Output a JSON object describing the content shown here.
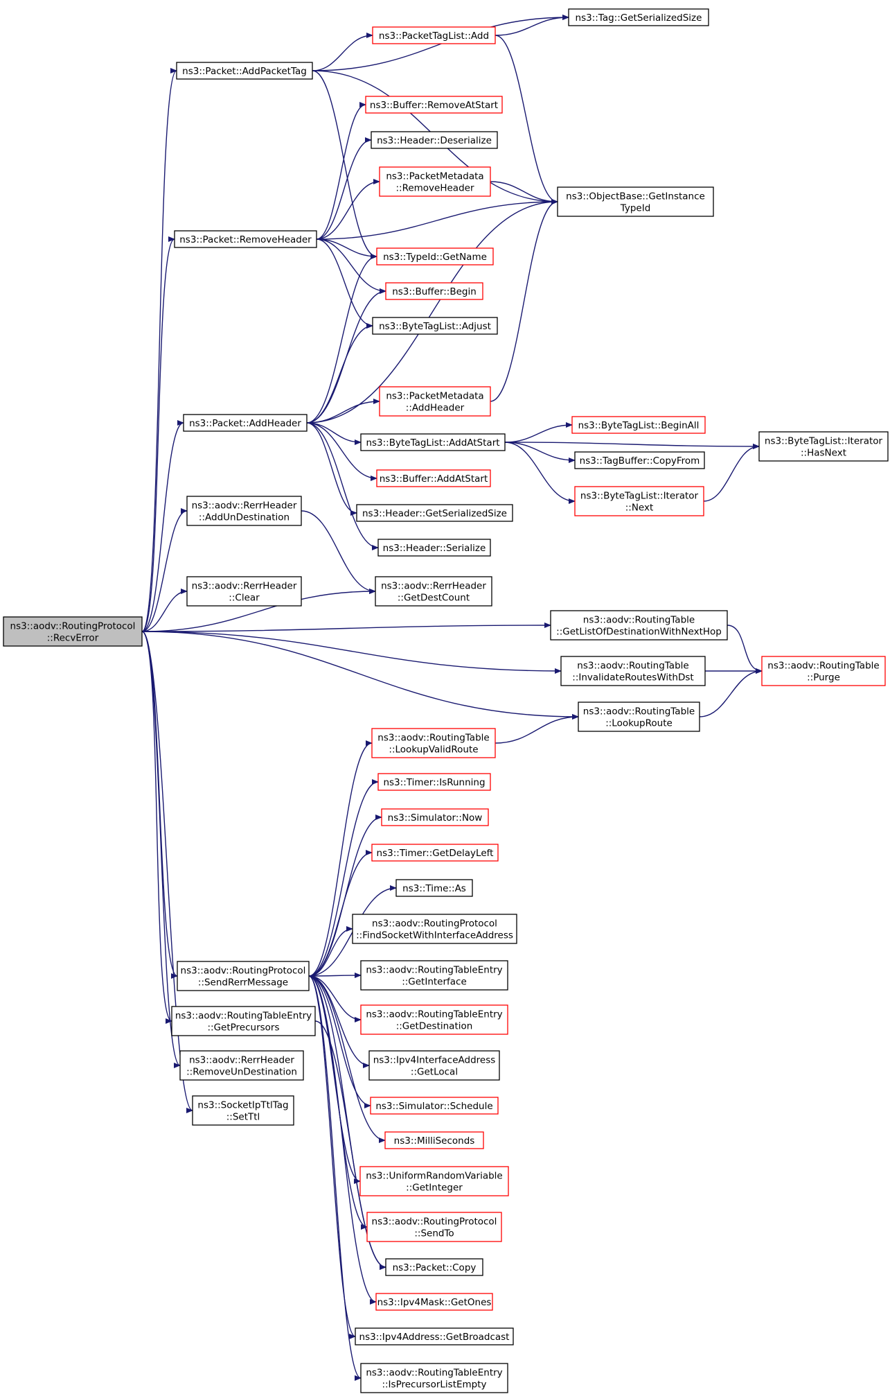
{
  "colors": {
    "edge": "#191970",
    "node_border": "#000000",
    "node_border_truncated": "#ff0000",
    "root_fill": "#bfbfbf",
    "node_fill": "#ffffff"
  },
  "nodes": [
    {
      "id": "root",
      "lines": [
        "ns3::aodv::RoutingProtocol",
        "::RecvError"
      ],
      "style": "root"
    },
    {
      "id": "addPacketTag",
      "lines": [
        "ns3::Packet::AddPacketTag"
      ],
      "style": "normal"
    },
    {
      "id": "removeHeader",
      "lines": [
        "ns3::Packet::RemoveHeader"
      ],
      "style": "normal"
    },
    {
      "id": "addHeader",
      "lines": [
        "ns3::Packet::AddHeader"
      ],
      "style": "normal"
    },
    {
      "id": "rerrAddUn",
      "lines": [
        "ns3::aodv::RerrHeader",
        "::AddUnDestination"
      ],
      "style": "normal"
    },
    {
      "id": "rerrClear",
      "lines": [
        "ns3::aodv::RerrHeader",
        "::Clear"
      ],
      "style": "normal"
    },
    {
      "id": "sendRerr",
      "lines": [
        "ns3::aodv::RoutingProtocol",
        "::SendRerrMessage"
      ],
      "style": "normal"
    },
    {
      "id": "getPrecursors",
      "lines": [
        "ns3::aodv::RoutingTableEntry",
        "::GetPrecursors"
      ],
      "style": "normal"
    },
    {
      "id": "rerrRemoveUn",
      "lines": [
        "ns3::aodv::RerrHeader",
        "::RemoveUnDestination"
      ],
      "style": "normal"
    },
    {
      "id": "setTtl",
      "lines": [
        "ns3::SocketIpTtlTag",
        "::SetTtl"
      ],
      "style": "normal"
    },
    {
      "id": "ptlAdd",
      "lines": [
        "ns3::PacketTagList::Add"
      ],
      "style": "truncated"
    },
    {
      "id": "tagSize",
      "lines": [
        "ns3::Tag::GetSerializedSize"
      ],
      "style": "normal"
    },
    {
      "id": "bufRemove",
      "lines": [
        "ns3::Buffer::RemoveAtStart"
      ],
      "style": "truncated"
    },
    {
      "id": "hdrDeser",
      "lines": [
        "ns3::Header::Deserialize"
      ],
      "style": "normal"
    },
    {
      "id": "pmRemove",
      "lines": [
        "ns3::PacketMetadata",
        "::RemoveHeader"
      ],
      "style": "truncated"
    },
    {
      "id": "objBase",
      "lines": [
        "ns3::ObjectBase::GetInstance",
        "TypeId"
      ],
      "style": "normal"
    },
    {
      "id": "typeIdName",
      "lines": [
        "ns3::TypeId::GetName"
      ],
      "style": "truncated"
    },
    {
      "id": "bufBegin",
      "lines": [
        "ns3::Buffer::Begin"
      ],
      "style": "truncated"
    },
    {
      "id": "btlAdjust",
      "lines": [
        "ns3::ByteTagList::Adjust"
      ],
      "style": "normal"
    },
    {
      "id": "pmAdd",
      "lines": [
        "ns3::PacketMetadata",
        "::AddHeader"
      ],
      "style": "truncated"
    },
    {
      "id": "btlAddAt",
      "lines": [
        "ns3::ByteTagList::AddAtStart"
      ],
      "style": "normal"
    },
    {
      "id": "btlBeginAll",
      "lines": [
        "ns3::ByteTagList::BeginAll"
      ],
      "style": "truncated"
    },
    {
      "id": "btlHasNext",
      "lines": [
        "ns3::ByteTagList::Iterator",
        "::HasNext"
      ],
      "style": "normal"
    },
    {
      "id": "tagBufCopy",
      "lines": [
        "ns3::TagBuffer::CopyFrom"
      ],
      "style": "normal"
    },
    {
      "id": "btlNext",
      "lines": [
        "ns3::ByteTagList::Iterator",
        "::Next"
      ],
      "style": "truncated"
    },
    {
      "id": "bufAddAt",
      "lines": [
        "ns3::Buffer::AddAtStart"
      ],
      "style": "truncated"
    },
    {
      "id": "hdrSerSize",
      "lines": [
        "ns3::Header::GetSerializedSize"
      ],
      "style": "normal"
    },
    {
      "id": "hdrSer",
      "lines": [
        "ns3::Header::Serialize"
      ],
      "style": "normal"
    },
    {
      "id": "rerrDestCount",
      "lines": [
        "ns3::aodv::RerrHeader",
        "::GetDestCount"
      ],
      "style": "normal"
    },
    {
      "id": "rtGetList",
      "lines": [
        "ns3::aodv::RoutingTable",
        "::GetListOfDestinationWithNextHop"
      ],
      "style": "normal"
    },
    {
      "id": "rtInvalidate",
      "lines": [
        "ns3::aodv::RoutingTable",
        "::InvalidateRoutesWithDst"
      ],
      "style": "normal"
    },
    {
      "id": "rtPurge",
      "lines": [
        "ns3::aodv::RoutingTable",
        "::Purge"
      ],
      "style": "truncated"
    },
    {
      "id": "rtLookup",
      "lines": [
        "ns3::aodv::RoutingTable",
        "::LookupRoute"
      ],
      "style": "normal"
    },
    {
      "id": "rtLookupValid",
      "lines": [
        "ns3::aodv::RoutingTable",
        "::LookupValidRoute"
      ],
      "style": "truncated"
    },
    {
      "id": "timerRunning",
      "lines": [
        "ns3::Timer::IsRunning"
      ],
      "style": "truncated"
    },
    {
      "id": "simNow",
      "lines": [
        "ns3::Simulator::Now"
      ],
      "style": "truncated"
    },
    {
      "id": "timerDelay",
      "lines": [
        "ns3::Timer::GetDelayLeft"
      ],
      "style": "truncated"
    },
    {
      "id": "timeAs",
      "lines": [
        "ns3::Time::As"
      ],
      "style": "normal"
    },
    {
      "id": "findSocket",
      "lines": [
        "ns3::aodv::RoutingProtocol",
        "::FindSocketWithInterfaceAddress"
      ],
      "style": "normal"
    },
    {
      "id": "rteGetIf",
      "lines": [
        "ns3::aodv::RoutingTableEntry",
        "::GetInterface"
      ],
      "style": "normal"
    },
    {
      "id": "rteGetDest",
      "lines": [
        "ns3::aodv::RoutingTableEntry",
        "::GetDestination"
      ],
      "style": "truncated"
    },
    {
      "id": "ipv4IfLocal",
      "lines": [
        "ns3::Ipv4InterfaceAddress",
        "::GetLocal"
      ],
      "style": "normal"
    },
    {
      "id": "simSchedule",
      "lines": [
        "ns3::Simulator::Schedule"
      ],
      "style": "truncated"
    },
    {
      "id": "milliSec",
      "lines": [
        "ns3::MilliSeconds"
      ],
      "style": "truncated"
    },
    {
      "id": "urvGetInt",
      "lines": [
        "ns3::UniformRandomVariable",
        "::GetInteger"
      ],
      "style": "truncated"
    },
    {
      "id": "rpSendTo",
      "lines": [
        "ns3::aodv::RoutingProtocol",
        "::SendTo"
      ],
      "style": "truncated"
    },
    {
      "id": "pktCopy",
      "lines": [
        "ns3::Packet::Copy"
      ],
      "style": "normal"
    },
    {
      "id": "maskOnes",
      "lines": [
        "ns3::Ipv4Mask::GetOnes"
      ],
      "style": "truncated"
    },
    {
      "id": "addrBcast",
      "lines": [
        "ns3::Ipv4Address::GetBroadcast"
      ],
      "style": "normal"
    },
    {
      "id": "rtePrecEmpty",
      "lines": [
        "ns3::aodv::RoutingTableEntry",
        "::IsPrecursorListEmpty"
      ],
      "style": "normal"
    }
  ],
  "edges": [
    [
      "root",
      "addPacketTag"
    ],
    [
      "root",
      "removeHeader"
    ],
    [
      "root",
      "addHeader"
    ],
    [
      "root",
      "rerrAddUn"
    ],
    [
      "root",
      "rerrDestCount"
    ],
    [
      "root",
      "rerrClear"
    ],
    [
      "root",
      "rtGetList"
    ],
    [
      "root",
      "rtInvalidate"
    ],
    [
      "root",
      "rtLookup"
    ],
    [
      "root",
      "sendRerr"
    ],
    [
      "root",
      "getPrecursors"
    ],
    [
      "root",
      "rerrRemoveUn"
    ],
    [
      "root",
      "setTtl"
    ],
    [
      "addPacketTag",
      "ptlAdd"
    ],
    [
      "addPacketTag",
      "tagSize"
    ],
    [
      "addPacketTag",
      "objBase"
    ],
    [
      "addPacketTag",
      "typeIdName"
    ],
    [
      "ptlAdd",
      "tagSize"
    ],
    [
      "ptlAdd",
      "objBase"
    ],
    [
      "removeHeader",
      "bufRemove"
    ],
    [
      "removeHeader",
      "hdrDeser"
    ],
    [
      "removeHeader",
      "pmRemove"
    ],
    [
      "removeHeader",
      "objBase"
    ],
    [
      "removeHeader",
      "typeIdName"
    ],
    [
      "removeHeader",
      "bufBegin"
    ],
    [
      "removeHeader",
      "btlAdjust"
    ],
    [
      "pmRemove",
      "objBase"
    ],
    [
      "addHeader",
      "typeIdName"
    ],
    [
      "addHeader",
      "bufBegin"
    ],
    [
      "addHeader",
      "btlAdjust"
    ],
    [
      "addHeader",
      "objBase"
    ],
    [
      "addHeader",
      "pmAdd"
    ],
    [
      "addHeader",
      "btlAddAt"
    ],
    [
      "addHeader",
      "bufAddAt"
    ],
    [
      "addHeader",
      "hdrSerSize"
    ],
    [
      "addHeader",
      "hdrSer"
    ],
    [
      "pmAdd",
      "objBase"
    ],
    [
      "btlAddAt",
      "btlHasNext"
    ],
    [
      "btlAddAt",
      "btlBeginAll"
    ],
    [
      "btlAddAt",
      "tagBufCopy"
    ],
    [
      "btlAddAt",
      "btlNext"
    ],
    [
      "btlNext",
      "btlHasNext"
    ],
    [
      "rerrAddUn",
      "rerrDestCount"
    ],
    [
      "rtGetList",
      "rtPurge"
    ],
    [
      "rtInvalidate",
      "rtPurge"
    ],
    [
      "rtLookup",
      "rtPurge"
    ],
    [
      "rtLookupValid",
      "rtLookup"
    ],
    [
      "sendRerr",
      "rtLookupValid"
    ],
    [
      "sendRerr",
      "timerRunning"
    ],
    [
      "sendRerr",
      "simNow"
    ],
    [
      "sendRerr",
      "timerDelay"
    ],
    [
      "sendRerr",
      "timeAs"
    ],
    [
      "sendRerr",
      "findSocket"
    ],
    [
      "sendRerr",
      "rteGetIf"
    ],
    [
      "sendRerr",
      "rteGetDest"
    ],
    [
      "sendRerr",
      "ipv4IfLocal"
    ],
    [
      "sendRerr",
      "simSchedule"
    ],
    [
      "sendRerr",
      "milliSec"
    ],
    [
      "sendRerr",
      "urvGetInt"
    ],
    [
      "sendRerr",
      "rpSendTo"
    ],
    [
      "sendRerr",
      "pktCopy"
    ],
    [
      "sendRerr",
      "maskOnes"
    ],
    [
      "sendRerr",
      "addrBcast"
    ],
    [
      "sendRerr",
      "rtePrecEmpty"
    ],
    [
      "getPrecursors",
      "pktCopy"
    ]
  ]
}
